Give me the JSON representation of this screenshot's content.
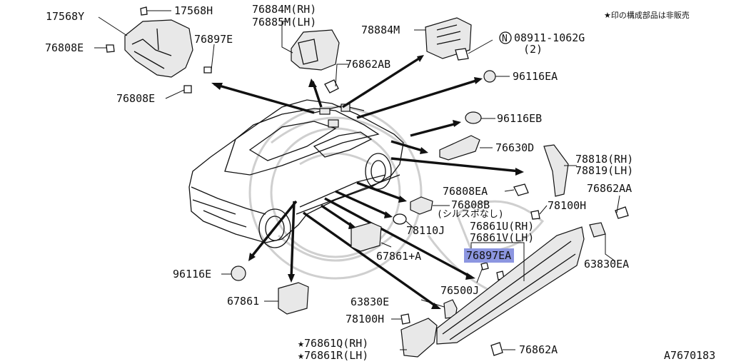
{
  "note": "★印の構成部品は非販売",
  "diagram_code": "A7670183",
  "highlight_color": "#8c96e0",
  "labels": {
    "p17568Y": "17568Y",
    "p17568H": "17568H",
    "p76884M": "76884M(RH)",
    "p76885M": "76885M(LH)",
    "p78884M": "78884M",
    "p08911": "08911-1062G",
    "p08911_qty": "(2)",
    "p08911_symbol": "N",
    "p76808E_a": "76808E",
    "p76897E_top": "76897E",
    "p76862AB": "76862AB",
    "p96116EA": "96116EA",
    "p76808E_b": "76808E",
    "p96116EB": "96116EB",
    "p76630D": "76630D",
    "p78818": "78818(RH)",
    "p78819": "78819(LH)",
    "p76808EA": "76808EA",
    "p76862AA": "76862AA",
    "p76808B": "76808B",
    "p76808B_note": "(シルスポなし)",
    "p78100H_a": "78100H",
    "p78110J": "78110J",
    "p76861U": "76861U(RH)",
    "p76861V": "76861V(LH)",
    "p67861A": "67861+A",
    "p76897EA": "76897EA",
    "p63830EA": "63830EA",
    "p96116E": "96116E",
    "p76500J": "76500J",
    "p67861": "67861",
    "p63830E": "63830E",
    "p78100H_b": "78100H",
    "p76861Q": "★76861Q(RH)",
    "p76861R": "★76861R(LH)",
    "p76862A": "76862A"
  }
}
